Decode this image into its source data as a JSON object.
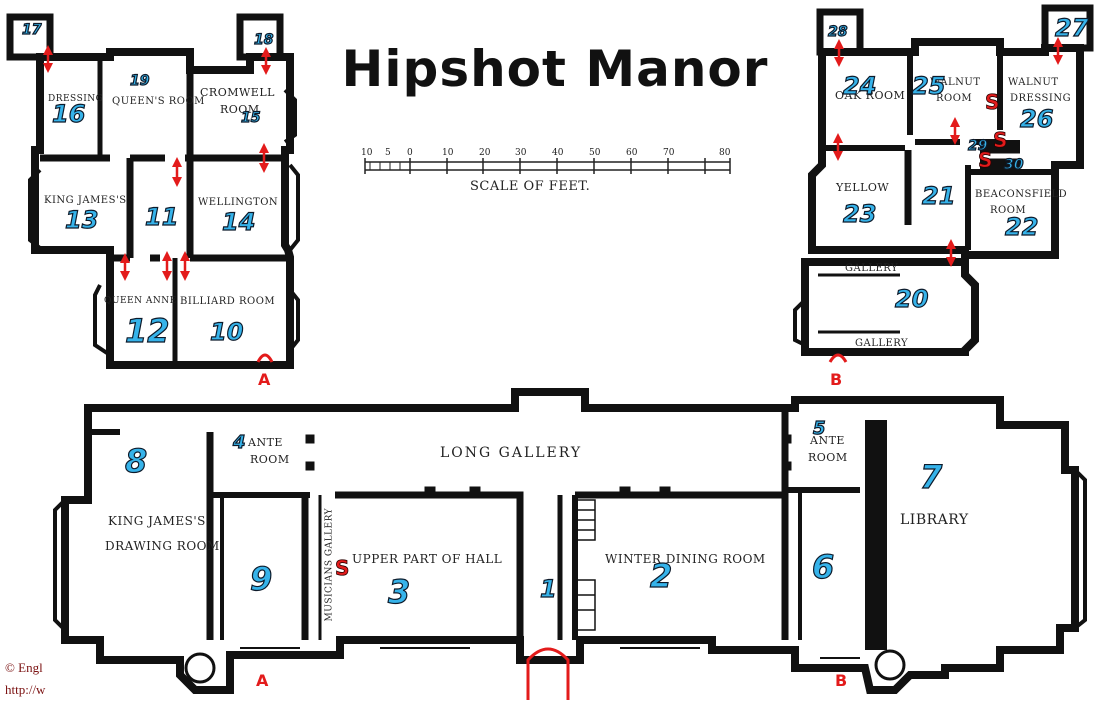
{
  "title": "Hipshot Manor",
  "scale": {
    "ticks": [
      "10",
      "5",
      "0",
      "10",
      "20",
      "30",
      "40",
      "50",
      "60",
      "70",
      "80"
    ],
    "label": "SCALE OF FEET."
  },
  "rooms": {
    "r1": "1",
    "r2": "2",
    "r3": "3",
    "r4": "4",
    "r5": "5",
    "r6": "6",
    "r7": "7",
    "r8": "8",
    "r9": "9",
    "r10": "10",
    "r11": "11",
    "r12": "12",
    "r13": "13",
    "r14": "14",
    "r15": "15",
    "r16": "16",
    "r17": "17",
    "r18": "18",
    "r19": "19",
    "r20": "20",
    "r21": "21",
    "r22": "22",
    "r23": "23",
    "r24": "24",
    "r25": "25",
    "r26": "26",
    "r27": "27",
    "r28": "28",
    "r29": "29",
    "r30": "30"
  },
  "labels": {
    "dressing": "DRESSING",
    "queens_room": "QUEEN'S ROOM",
    "cromwell": "CROMWELL",
    "room": "ROOM",
    "king_james": "KING JAMES'S",
    "wellington": "WELLINGTON",
    "queen_anne": "QUEEN ANNE",
    "billiard": "BILLIARD ROOM",
    "oak_room": "OAK ROOM",
    "walnut": "WALNUT",
    "walnut_dressing": "DRESSING",
    "yellow": "YELLOW",
    "beaconsfield": "BEACONSFIELD",
    "gallery": "GALLERY",
    "ante": "ANTE",
    "long_gallery": "LONG GALLERY",
    "king_james_drawing": "KING JAMES'S",
    "drawing_room": "DRAWING ROOM",
    "library": "LIBRARY",
    "upper_hall": "UPPER PART OF HALL",
    "winter_dining": "WINTER DINING ROOM",
    "musicians": "MUSICIANS GALLERY"
  },
  "markers": {
    "secret": "S",
    "entry_a": "A",
    "entry_b": "B"
  },
  "copyright": {
    "line1": "© Engl",
    "line2": "http://w"
  },
  "colors": {
    "room_number": "#36b3ea",
    "marker": "#e31b1b",
    "wall": "#111111"
  }
}
